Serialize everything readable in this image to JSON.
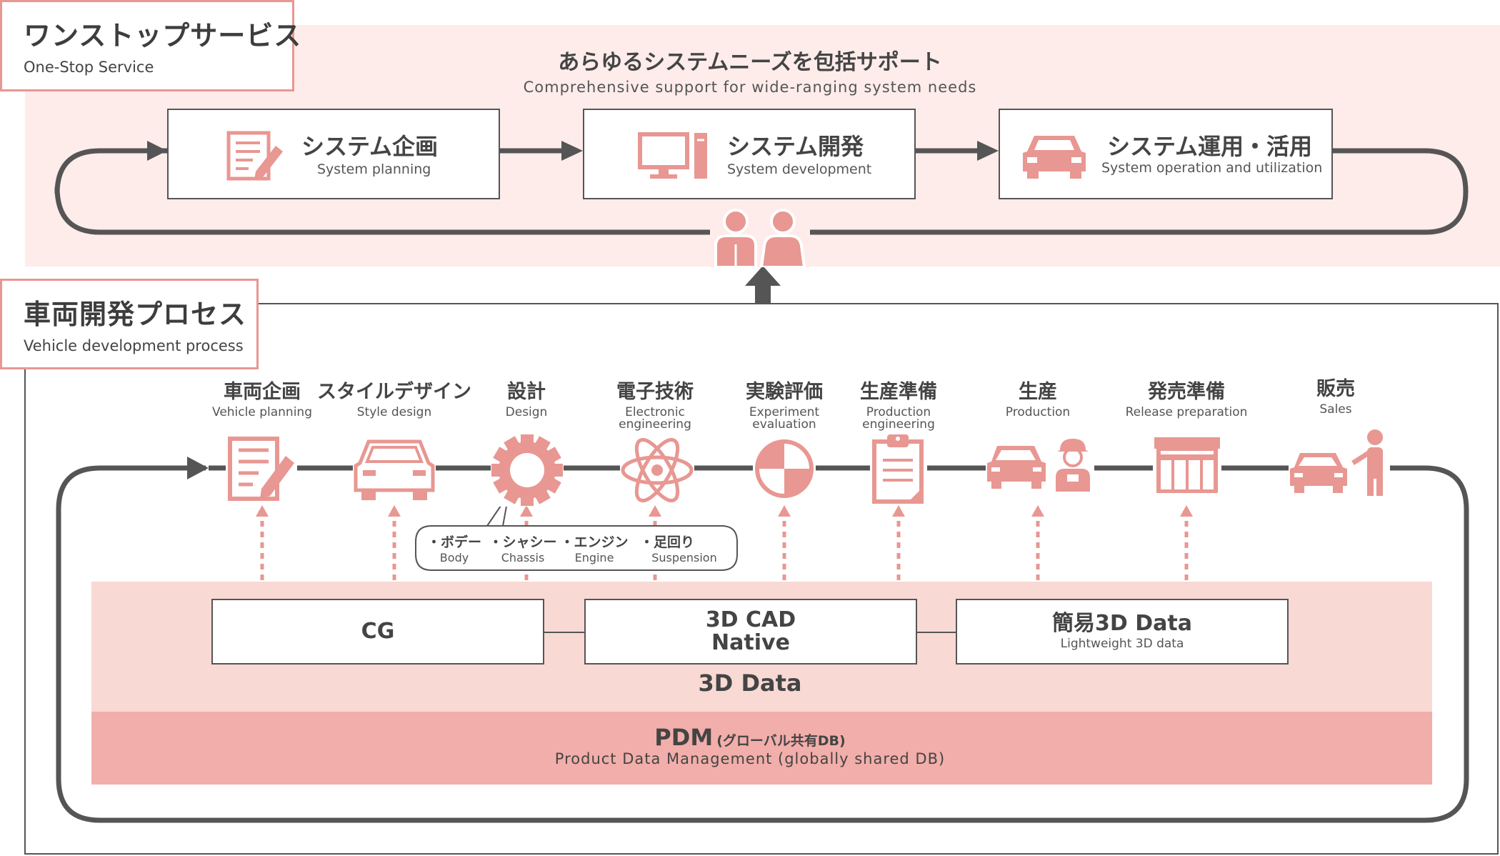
{
  "one_stop": {
    "title_jp": "ワンストップサービス",
    "title_en": "One-Stop Service",
    "heading_jp": "あらゆるシステムニーズを包括サポート",
    "heading_en": "Comprehensive support for wide-ranging system needs",
    "steps": [
      {
        "jp": "システム企画",
        "en": "System planning",
        "icon": "document-pencil-icon"
      },
      {
        "jp": "システム開発",
        "en": "System development",
        "icon": "desktop-computer-icon"
      },
      {
        "jp": "システム運用・活用",
        "en": "System operation and utilization",
        "icon": "car-icon"
      }
    ],
    "people_icon": "two-people-icon"
  },
  "vehicle_process": {
    "title_jp": "車両開発プロセス",
    "title_en": "Vehicle development process",
    "stages": [
      {
        "jp": "車両企画",
        "en": "Vehicle planning",
        "icon": "document-pencil-icon"
      },
      {
        "jp": "スタイルデザイン",
        "en": "Style design",
        "icon": "car-icon"
      },
      {
        "jp": "設計",
        "en": "Design",
        "icon": "gear-icon"
      },
      {
        "jp": "電子技術",
        "en": "Electronic engineering",
        "icon": "atom-icon"
      },
      {
        "jp": "実験評価",
        "en": "Experiment evaluation",
        "icon": "evaluation-circle-icon"
      },
      {
        "jp": "生産準備",
        "en": "Production engineering",
        "icon": "clipboard-icon"
      },
      {
        "jp": "生産",
        "en": "Production",
        "icon": "car-worker-icon"
      },
      {
        "jp": "発売準備",
        "en": "Release preparation",
        "icon": "store-icon"
      },
      {
        "jp": "販売",
        "en": "Sales",
        "icon": "car-person-icon"
      }
    ],
    "design_callout": [
      {
        "jp": "・ボデー",
        "en": "Body"
      },
      {
        "jp": "・シャシー",
        "en": "Chassis"
      },
      {
        "jp": "・エンジン",
        "en": "Engine"
      },
      {
        "jp": "・足回り",
        "en": "Suspension"
      }
    ],
    "data_boxes": [
      {
        "line1": "CG",
        "line2": "",
        "sub": ""
      },
      {
        "line1": "3D CAD",
        "line2": "Native",
        "sub": ""
      },
      {
        "line1": "簡易3D Data",
        "line2": "",
        "sub": "Lightweight 3D data"
      }
    ],
    "data_label": "3D Data",
    "pdm_main": "PDM",
    "pdm_paren": "(グローバル共有DB)",
    "pdm_en": "Product Data Management (globally shared DB)"
  },
  "colors": {
    "accent": "#e89792",
    "light_band": "#fdecea",
    "data_band": "#f9d9d4",
    "pdm_band": "#f2aeaa",
    "arrow": "#555555"
  }
}
